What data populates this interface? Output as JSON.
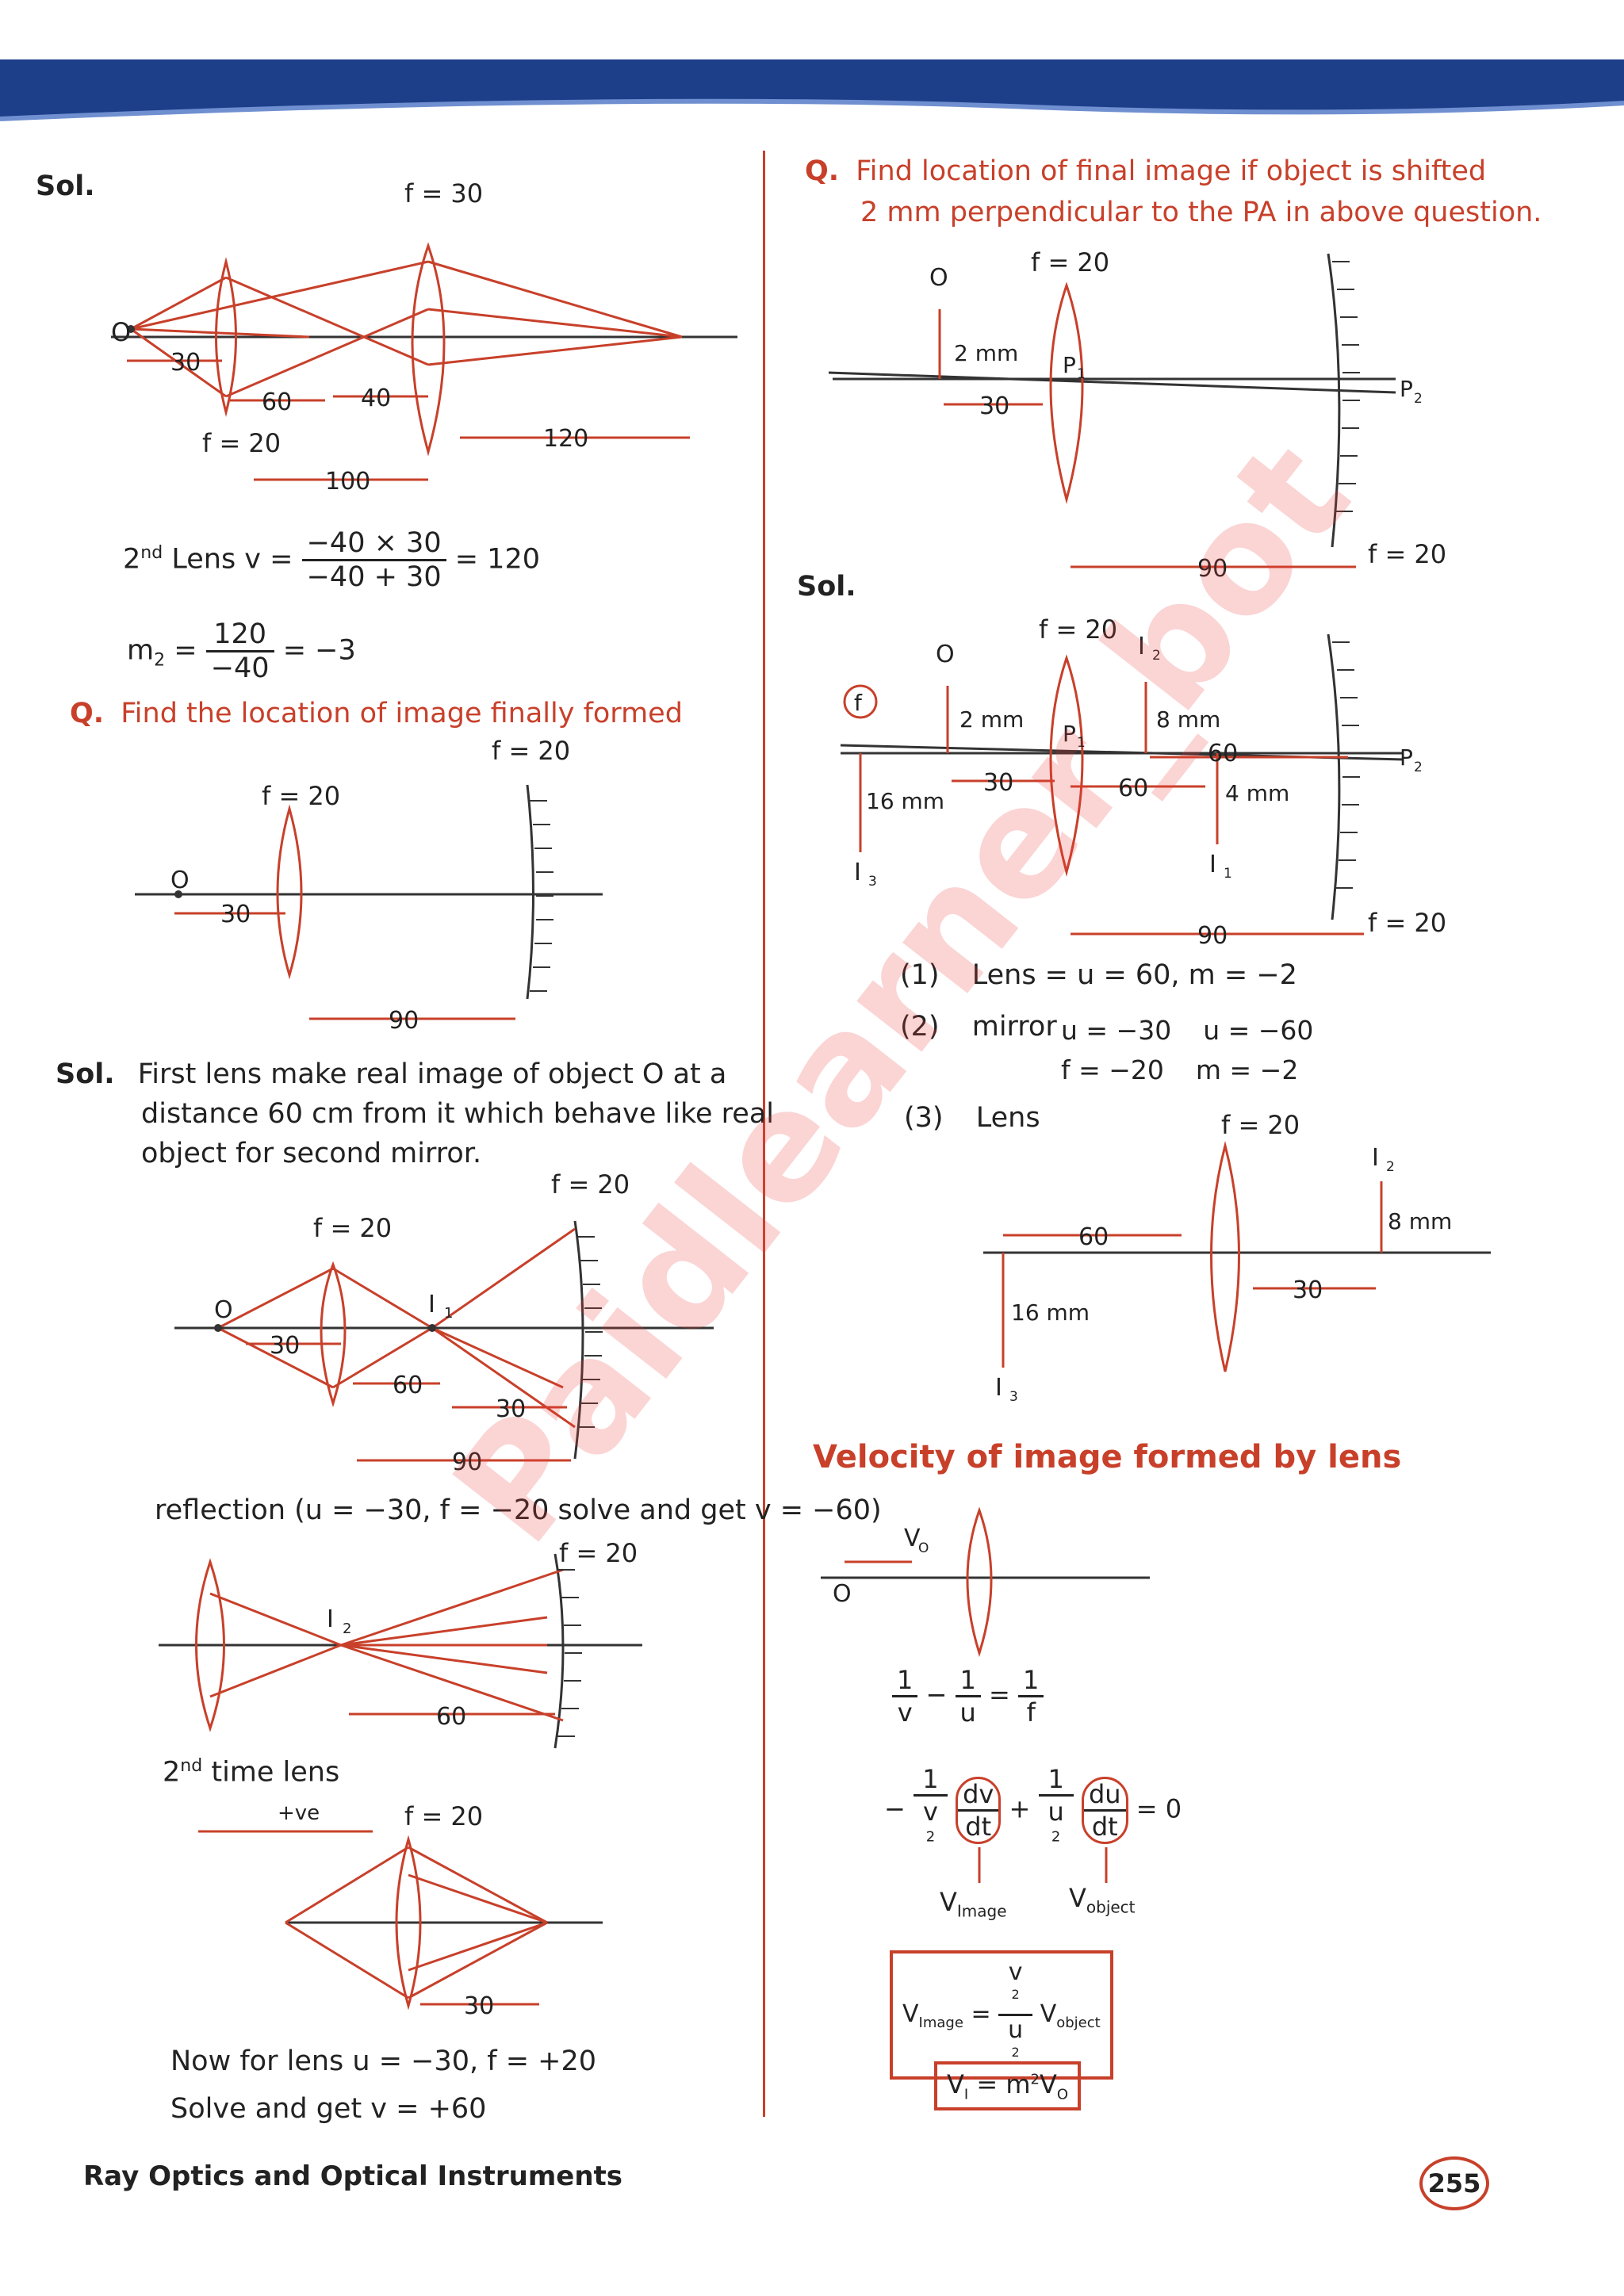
{
  "header": {
    "band_color": "#1d3f8a"
  },
  "left": {
    "sol1": {
      "label": "Sol.",
      "lens2_f": "f = 30",
      "lens1_f": "f = 20",
      "obj": "O",
      "d30": "30",
      "d60": "60",
      "d40": "40",
      "d120": "120",
      "d100": "100",
      "eq_label": "Lens v =",
      "eq_ordinal": "2",
      "eq_sup": "nd",
      "eq_num": "−40 × 30",
      "eq_den": "−40 + 30",
      "eq_result": "= 120",
      "m_label": "m",
      "m_sub": "2",
      "m_num": "120",
      "m_den": "−40",
      "m_result": "= −3"
    },
    "q2": {
      "label": "Q.",
      "text": "Find the location of image finally formed",
      "lens_f": "f = 20",
      "mirror_f": "f = 20",
      "obj": "O",
      "d30": "30",
      "d90": "90"
    },
    "sol2": {
      "label": "Sol.",
      "line1": "First lens make real image of object O at a",
      "line2": "distance 60 cm from it which behave like real",
      "line3": "object for second mirror.",
      "mirror_f": "f = 20",
      "lens_f": "f = 20",
      "obj": "O",
      "img": "I",
      "img_sub": "1",
      "d30": "30",
      "d60": "60",
      "d30b": "30",
      "d90": "90"
    },
    "reflection": {
      "text": "reflection (u = −30, f = −20 solve and get v = −60)",
      "mirror_f": "f = 20",
      "img": "I",
      "img_sub": "2",
      "d60": "60"
    },
    "second_time": {
      "ordinal": "2",
      "sup": "nd",
      "text": "time lens",
      "sign": "+ve",
      "lens_f": "f = 20",
      "d30": "30"
    },
    "now": {
      "line1": "Now for lens  u = −30, f = +20",
      "line2": "Solve and get v = +60"
    }
  },
  "right": {
    "q": {
      "label": "Q.",
      "line1": "Find location of final image if object is shifted",
      "line2": "2 mm perpendicular to the PA in above question.",
      "lens_f": "f = 20",
      "obj": "O",
      "shift": "2 mm",
      "p1": "P",
      "p1_sub": "1",
      "p2": "P",
      "p2_sub": "2",
      "d30": "30",
      "d90": "90",
      "mirror_f": "f = 20"
    },
    "sol": {
      "label": "Sol.",
      "lens_f": "f = 20",
      "obj": "O",
      "circle_f": "f",
      "shift": "2 mm",
      "i2": "I",
      "i2_sub": "2",
      "i2_h": "8 mm",
      "p1": "P",
      "p1_sub": "1",
      "p2": "P",
      "p2_sub": "2",
      "d60top": "60",
      "d30": "30",
      "d60": "60",
      "i1_h": "4 mm",
      "i1": "I",
      "i1_sub": "1",
      "i3_h": "16 mm",
      "i3": "I",
      "i3_sub": "3",
      "d90": "90",
      "mirror_f": "f = 20"
    },
    "steps": {
      "s1_num": "(1)",
      "s1": "Lens = u = 60, m = −2",
      "s2_num": "(2)",
      "s2_label": "mirror",
      "s2_u": "u = −30",
      "s2_f": "f = −20",
      "s2_u2": "u = −60",
      "s2_m": "m = −2",
      "s3_num": "(3)",
      "s3_label": "Lens"
    },
    "lens3": {
      "lens_f": "f = 20",
      "i2": "I",
      "i2_sub": "2",
      "i2_h": "8 mm",
      "d60": "60",
      "d30": "30",
      "i3_h": "16 mm",
      "i3": "I",
      "i3_sub": "3"
    },
    "velocity": {
      "heading": "Velocity of image formed by lens",
      "v0": "V",
      "v0_sub": "O",
      "obj": "O",
      "f1_a": "1",
      "f1_b": "v",
      "f1_c": "1",
      "f1_d": "u",
      "f1_e": "1",
      "f1_f": "f",
      "d_num1": "1",
      "d_den1": "v",
      "d_den1_sup": "2",
      "dv_num": "dv",
      "dv_den": "dt",
      "d_num2": "1",
      "d_den2": "u",
      "d_den2_sup": "2",
      "du_num": "du",
      "du_den": "dt",
      "eq_zero": "= 0",
      "v_image": "V",
      "v_image_sub": "Image",
      "v_object": "V",
      "v_object_sub": "object",
      "box1_lhs": "V",
      "box1_lhs_sub": "Image",
      "box1_num": "v",
      "box1_num_sup": "2",
      "box1_den": "u",
      "box1_den_sup": "2",
      "box1_rhs": "V",
      "box1_rhs_sub": "object",
      "box2": "V",
      "box2_sub": "I",
      "box2_eq": " = m",
      "box2_sup": "2",
      "box2_v": "V",
      "box2_v_sub": "O"
    }
  },
  "footer": {
    "title": "Ray Optics and Optical Instruments",
    "page": "255"
  },
  "watermark": "Paidlearner_bot"
}
